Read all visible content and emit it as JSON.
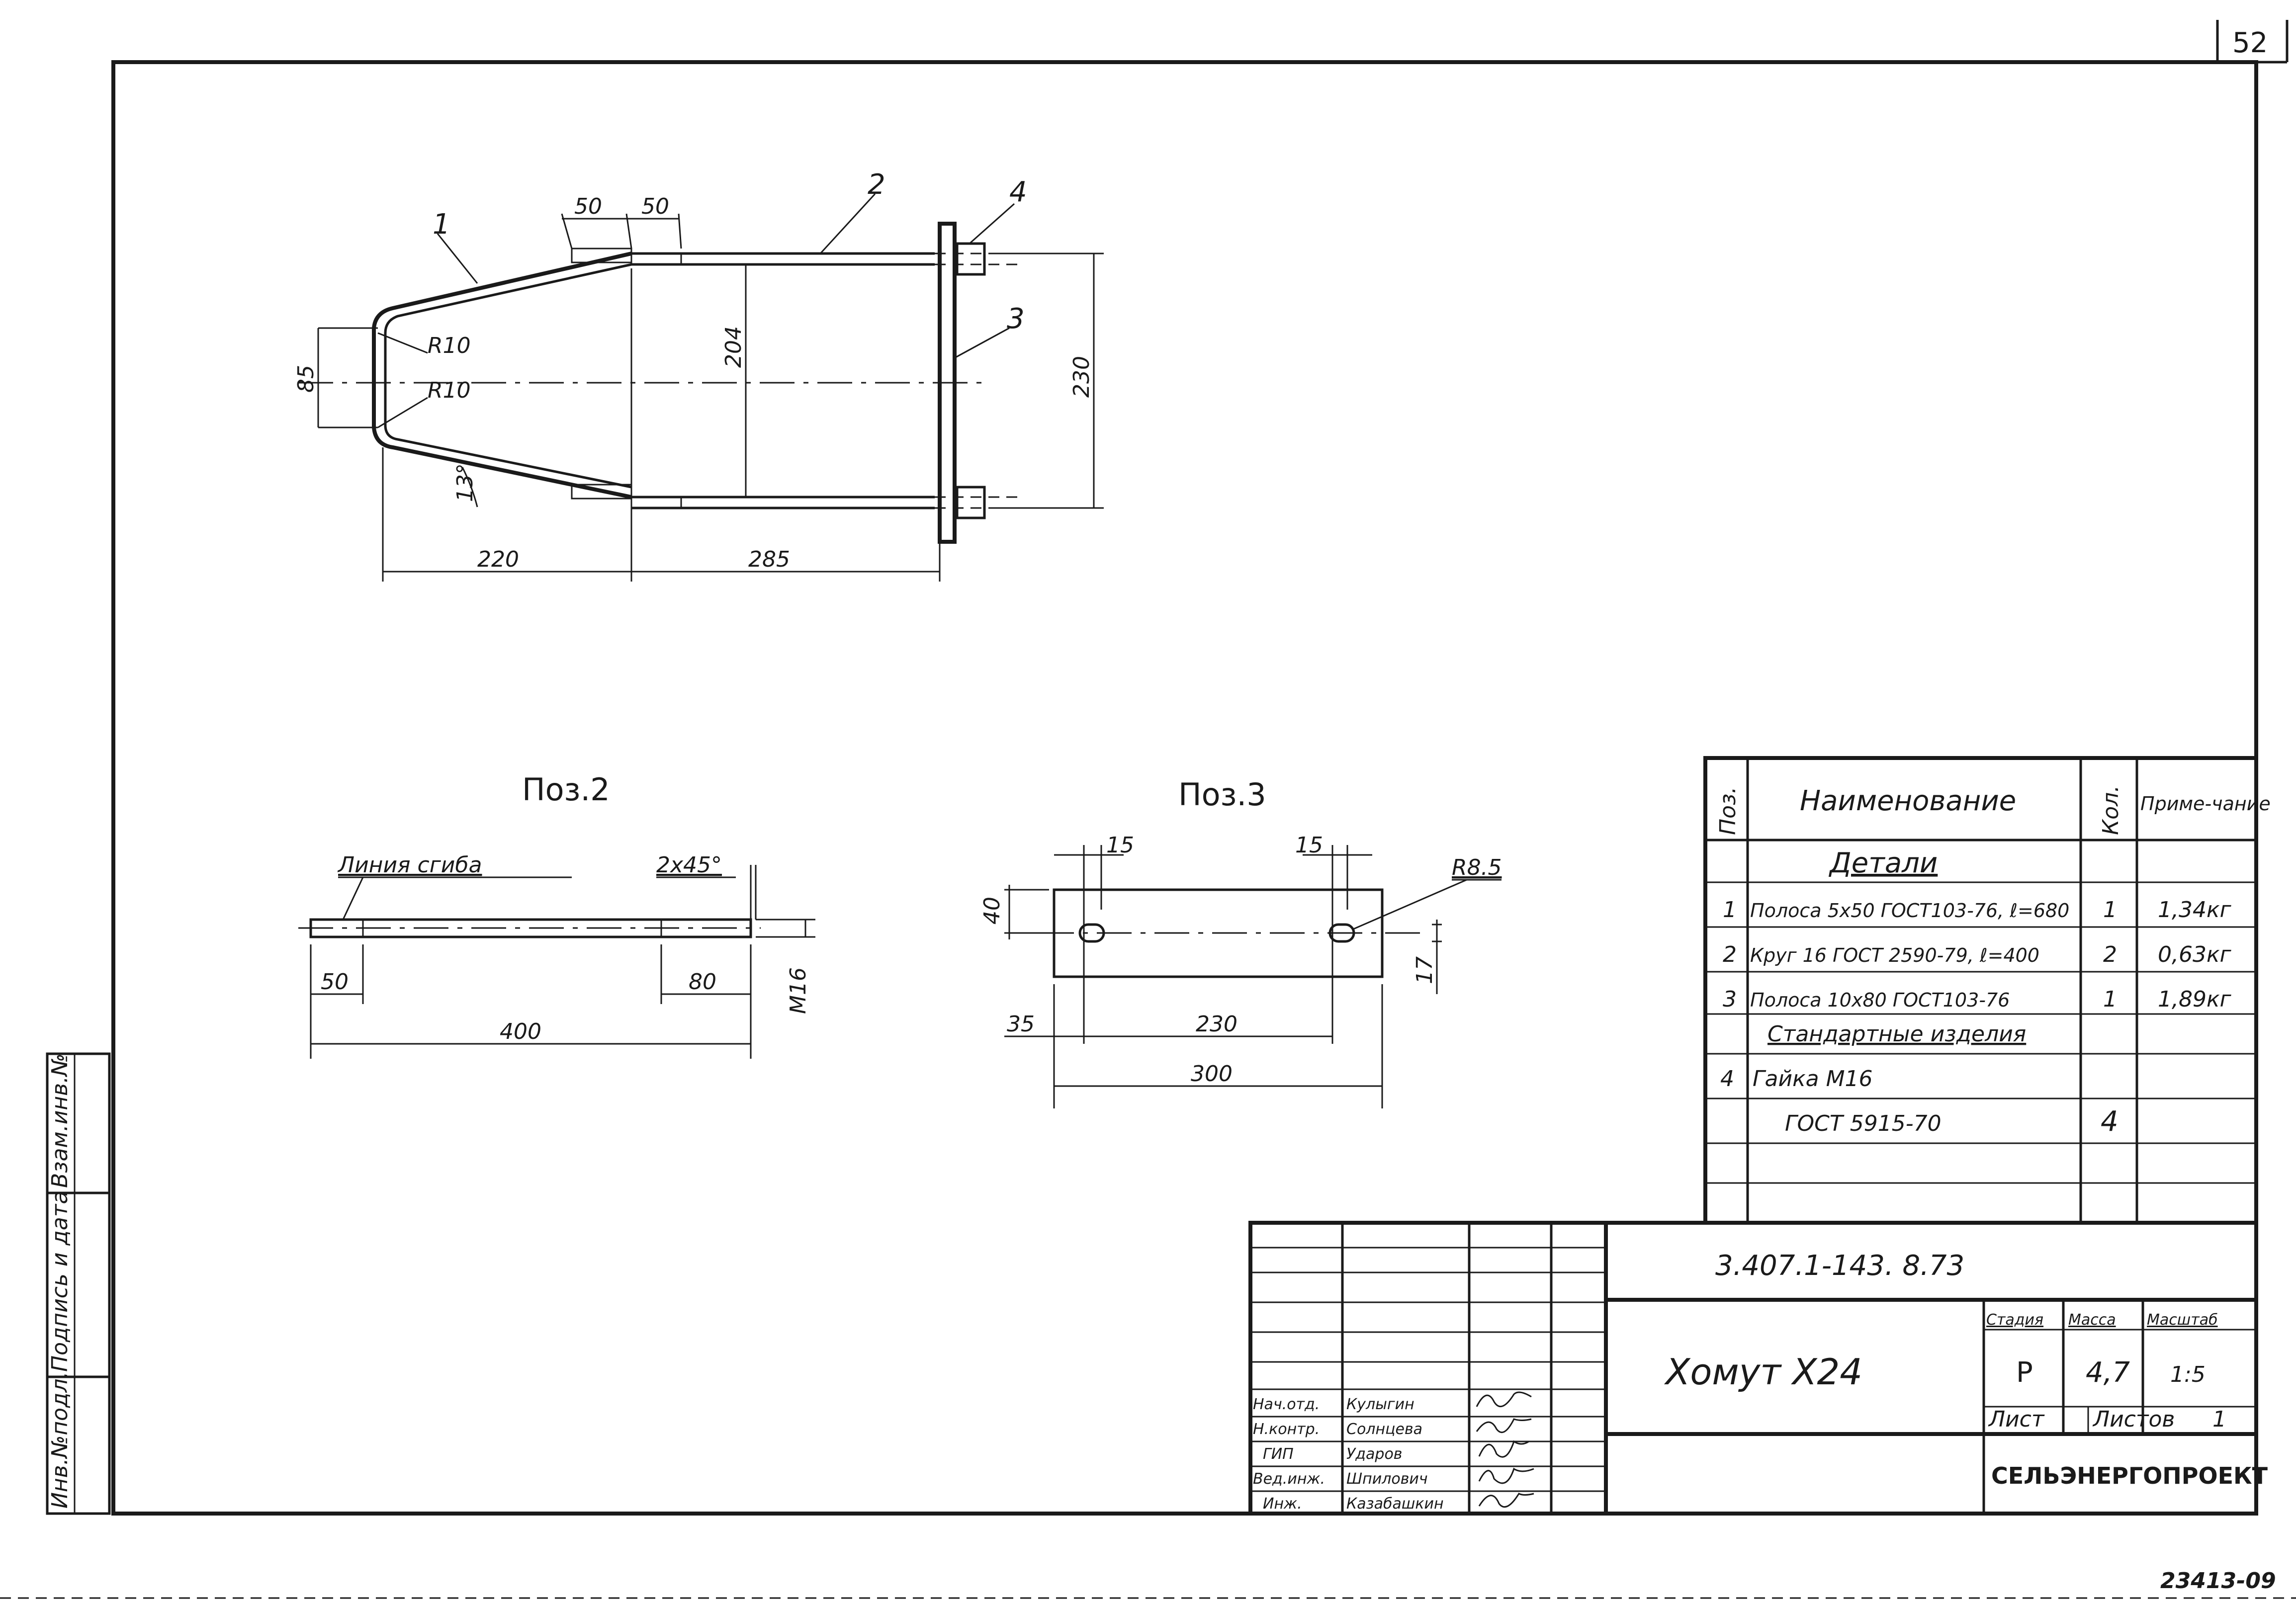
{
  "sheet_number": "52",
  "archive_number": "23413-09",
  "drawing_code": "3.407.1-143. 8.73",
  "drawing_title": "Хомут Х24",
  "organization": "СЕЛЬЭНЕРГОПРОЕКТ",
  "title_block": {
    "stage_label": "Стадия",
    "mass_label": "Масса",
    "scale_label": "Масштаб",
    "stage": "Р",
    "mass": "4,7",
    "scale": "1:5",
    "sheet_label": "Лист",
    "sheets_label": "Листов",
    "sheets": "1"
  },
  "signatures": [
    {
      "role": "Нач.отд.",
      "name": "Кулыгин"
    },
    {
      "role": "Н.контр.",
      "name": "Солнцева"
    },
    {
      "role": "ГИП",
      "name": "Ударов"
    },
    {
      "role": "Вед.инж.",
      "name": "Шпилович"
    },
    {
      "role": "Инж.",
      "name": "Казабашкин"
    }
  ],
  "side_stamp": [
    "Инв.№подл.",
    "Подпись и дата",
    "Взам.инв.№"
  ],
  "spec": {
    "headers": {
      "pos": "Поз.",
      "name": "Наименование",
      "qty": "Кол.",
      "note": "Приме-чание"
    },
    "section_details": "Детали",
    "section_standard": "Стандартные изделия",
    "rows": [
      {
        "pos": "1",
        "name": "Полоса 5х50 ГОСТ103-76, ℓ=680",
        "qty": "1",
        "note": "1,34кг"
      },
      {
        "pos": "2",
        "name": "Круг 16 ГОСТ 2590-79, ℓ=400",
        "qty": "2",
        "note": "0,63кг"
      },
      {
        "pos": "3",
        "name": "Полоса 10х80 ГОСТ103-76",
        "qty": "1",
        "note": "1,89кг"
      }
    ],
    "std_rows": [
      {
        "pos": "4",
        "name": "Гайка М16",
        "qty": "",
        "note": ""
      },
      {
        "pos": "",
        "name": "ГОСТ 5915-70",
        "qty": "4",
        "note": ""
      }
    ]
  },
  "main_view": {
    "callouts": [
      "1",
      "2",
      "3",
      "4"
    ],
    "dims": {
      "d50a": "50",
      "d50b": "50",
      "r10a": "R10",
      "r10b": "R10",
      "d85": "85",
      "d204": "204",
      "d230": "230",
      "a13": "13°",
      "d220": "220",
      "d285": "285"
    }
  },
  "pos2": {
    "title": "Поз.2",
    "bend_line": "Линия сгиба",
    "chamfer": "2х45°",
    "d50": "50",
    "d80": "80",
    "d400": "400",
    "m16": "М16"
  },
  "pos3": {
    "title": "Поз.3",
    "d15a": "15",
    "d15b": "15",
    "r85": "R8.5",
    "d40": "40",
    "d17": "17",
    "d35": "35",
    "d230": "230",
    "d300": "300"
  }
}
